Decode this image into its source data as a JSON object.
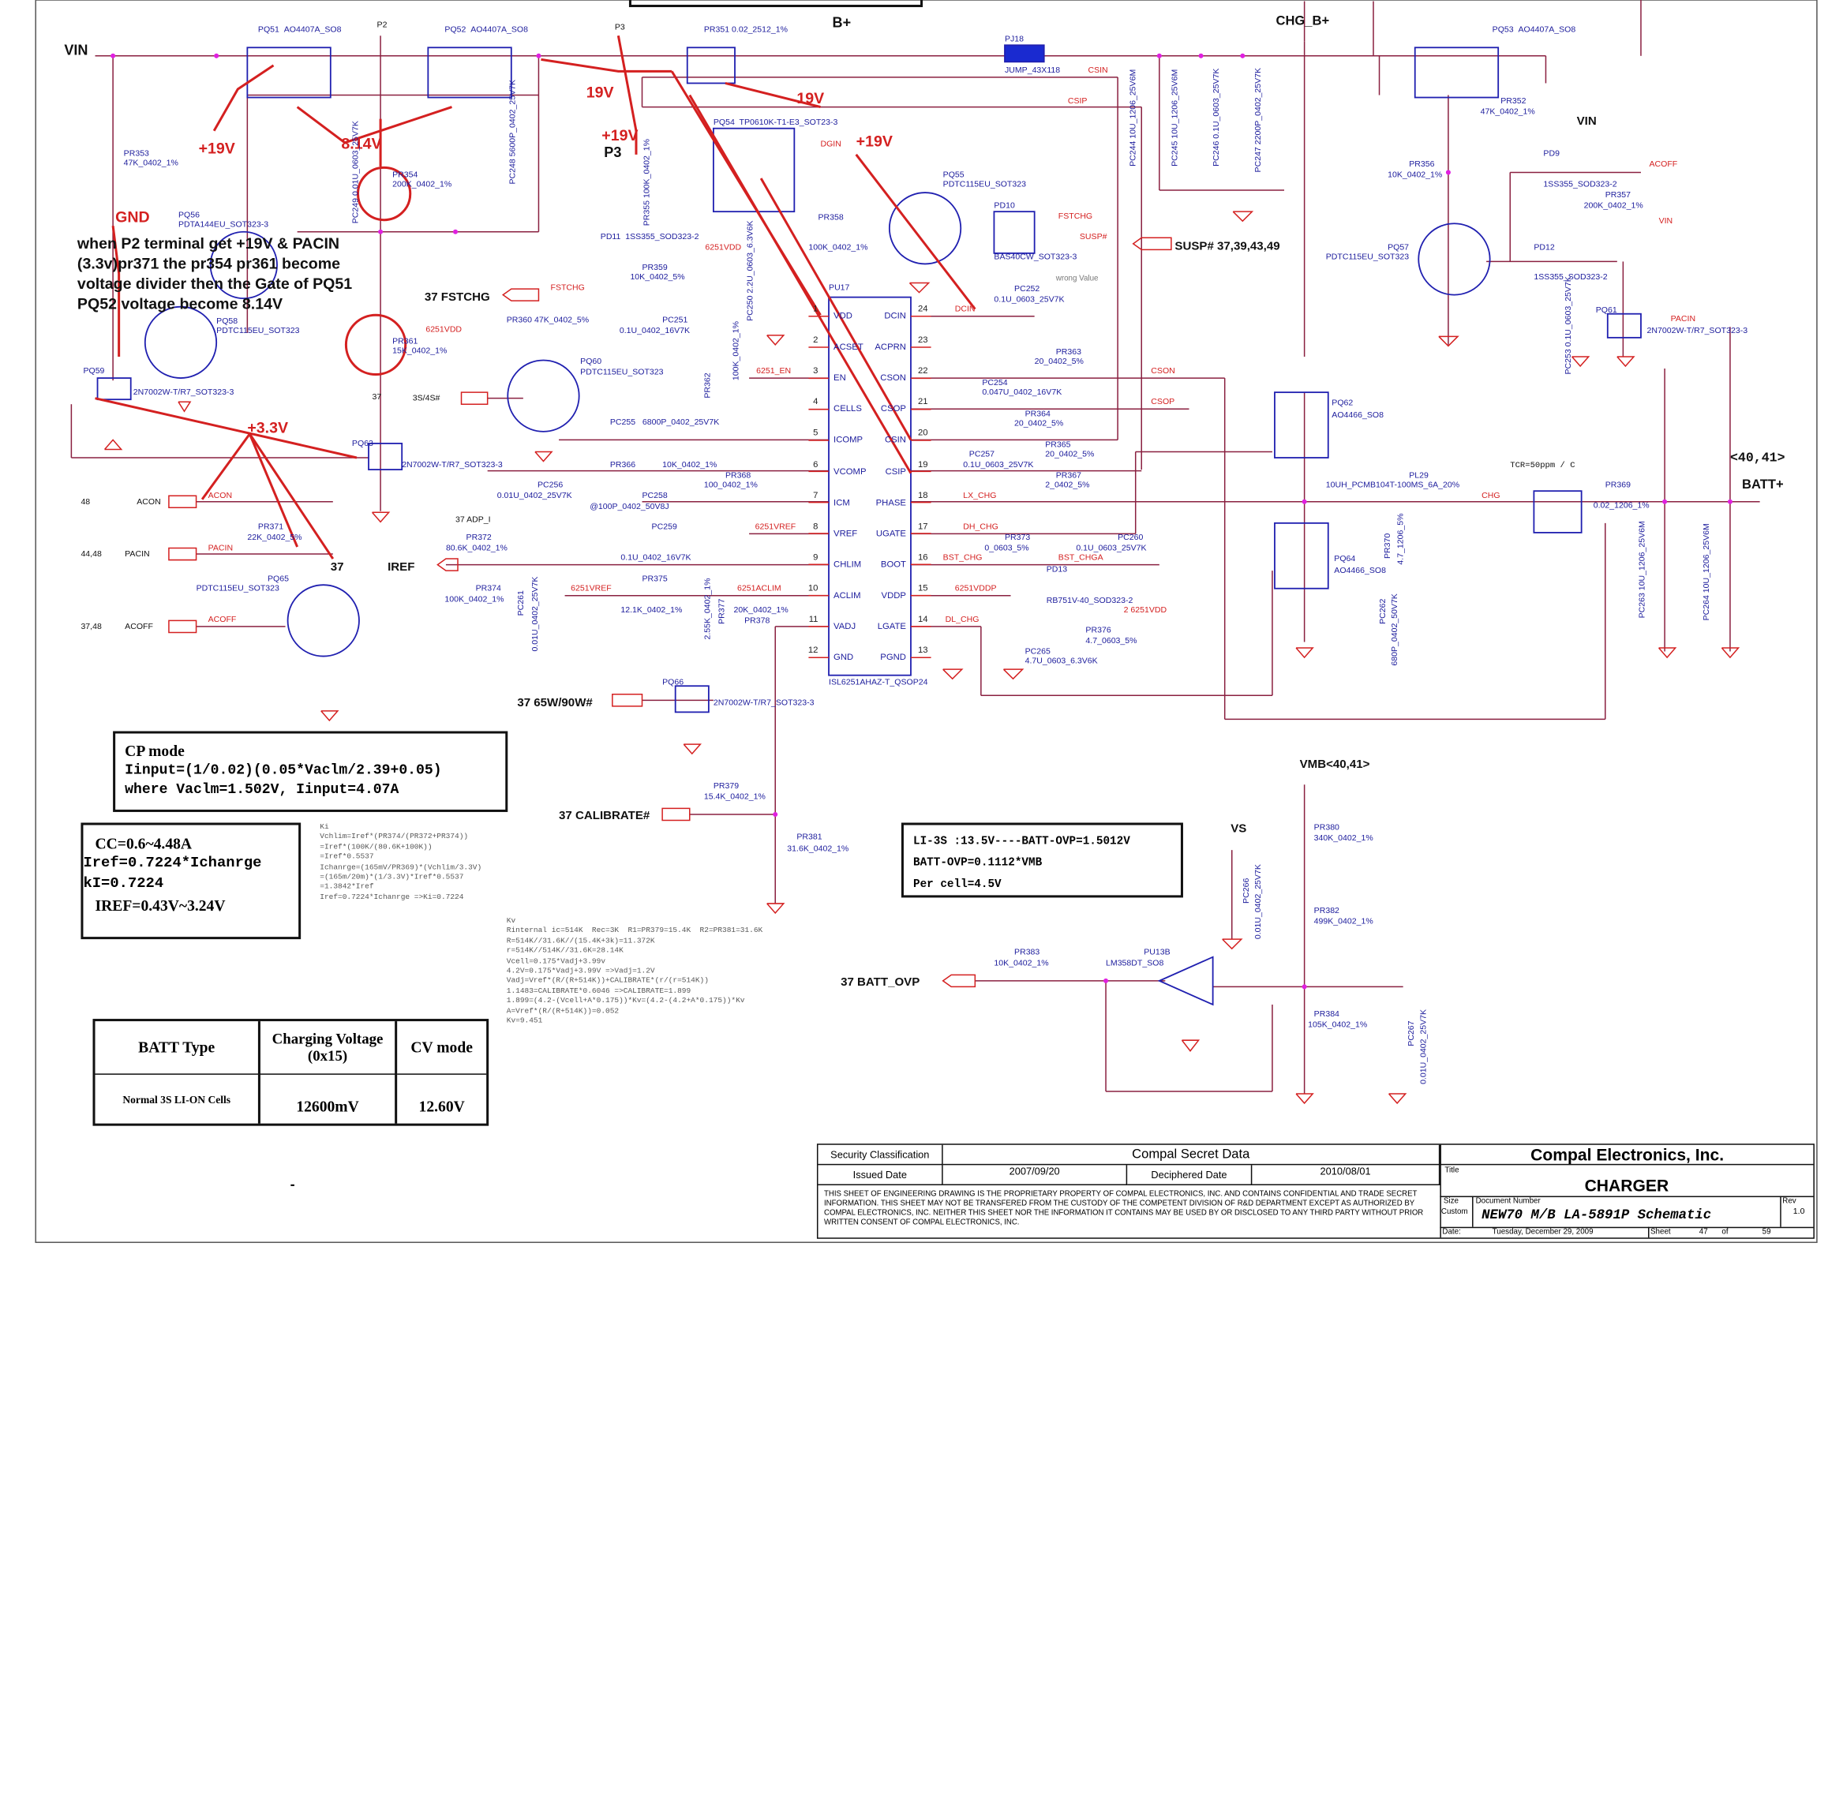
{
  "annotations": {
    "explain": [
      "when P2 terminal get +19V & PACIN",
      "(3.3v)pr371  the pr354 pr361 become",
      "voltage divider then the Gate of PQ51",
      "PQ52 voltage become 8.14V"
    ],
    "plus19_a": "+19V",
    "v814": "8.14V",
    "gnd": "GND",
    "v19_a": "19V",
    "v19_b": "19V",
    "plus19_p3": "+19V",
    "p3": "P3",
    "plus19_b": "+19V",
    "plus33": "+3.3V",
    "wrong_value": "wrong Value"
  },
  "nets": {
    "vin": "VIN",
    "p2": "P2",
    "p3": "P3",
    "bplus": "B+",
    "chg_bplus": "CHG_B+",
    "vin2": "VIN",
    "vin3": "VIN",
    "csin": "CSIN",
    "csip": "CSIP",
    "dgin": "DGIN",
    "fstchg_r": "FSTCHG",
    "susp_r": "SUSP#",
    "susp_port": "SUSP#  37,39,43,49",
    "vdd6251": "6251VDD",
    "acoff_r": "ACOFF",
    "pacin_r": "PACIN",
    "fstchg_port": "37   FSTCHG",
    "fstchg_r2": "FSTCHG",
    "vdd6251b": "6251VDD",
    "dcin": "DCIN",
    "s34": "3S/4S#",
    "en6251": "6251_EN",
    "cson": "CSON",
    "csop": "CSOP",
    "lx": "LX_CHG",
    "chg": "CHG",
    "bus": "<40,41>",
    "battp": "BATT+",
    "tcr": "TCR=50ppm / C",
    "acon_num": "48",
    "acon": "ACON",
    "acon_r": "ACON",
    "adp": "37      ADP_I",
    "vref6251": "6251VREF",
    "dh": "DH_CHG",
    "pacin_num": "44,48",
    "pacin": "PACIN",
    "pacin_r2": "PACIN",
    "iref": "IREF",
    "iref37": "37",
    "bst": "BST_CHG",
    "bsta": "BST_CHGA",
    "vref6251b": "6251VREF",
    "aclim6251": "6251ACLIM",
    "vddp6251": "6251VDDP",
    "vdd6251c": "2 6251VDD",
    "dl": "DL_CHG",
    "acoff_num": "37,48",
    "acoff": "ACOFF",
    "acoff_r2": "ACOFF",
    "w6590": "37  65W/90W#",
    "calib": "37  CALIBRATE#",
    "vmb": "VMB<40,41>",
    "vs": "VS",
    "batt_ovp": "37  BATT_OVP",
    "n37a": "37",
    "dash": "-"
  },
  "c": {
    "PQ51": [
      "PQ51",
      "AO4407A_SO8"
    ],
    "PQ52": [
      "PQ52",
      "AO4407A_SO8"
    ],
    "PR351": [
      "PR351",
      "0.02_2512_1%"
    ],
    "PJ18": [
      "PJ18",
      "JUMP_43X118"
    ],
    "PQ53": [
      "PQ53",
      "AO4407A_SO8"
    ],
    "PR353": [
      "PR353",
      "47K_0402_1%"
    ],
    "PR354": [
      "PR354",
      "200K_0402_1%"
    ],
    "PC249": [
      "PC249",
      "0.01U_0603_25V7K"
    ],
    "PC248": [
      "PC248",
      "5600P_0402_25V7K"
    ],
    "PR355": [
      "PR355",
      "100K_0402_1%"
    ],
    "PQ54": [
      "PQ54",
      "TP0610K-T1-E3_SOT23-3"
    ],
    "PQ55": [
      "PQ55",
      "PDTC115EU_SOT323"
    ],
    "PR358": [
      "PR358",
      "100K_0402_1%"
    ],
    "PD10": [
      "PD10",
      "BAS40CW_SOT323-3"
    ],
    "PC244": [
      "PC244",
      "10U_1206_25V6M"
    ],
    "PC245": [
      "PC245",
      "10U_1206_25V6M"
    ],
    "PC246": [
      "PC246",
      "0.1U_0603_25V7K"
    ],
    "PC247": [
      "PC247",
      "2200P_0402_25V7K"
    ],
    "PD11": [
      "PD11",
      "1SS355_SOD323-2"
    ],
    "PR359": [
      "PR359",
      "10K_0402_5%"
    ],
    "PC250": [
      "PC250",
      "2.2U_0603_6.3V6K"
    ],
    "PR352": [
      "PR352",
      "47K_0402_1%"
    ],
    "PD9": [
      "PD9",
      "1SS355_SOD323-2"
    ],
    "PR357": [
      "PR357",
      "200K_0402_1%"
    ],
    "PR356": [
      "PR356",
      "10K_0402_1%"
    ],
    "PQ57": [
      "PQ57",
      "PDTC115EU_SOT323"
    ],
    "PD12": [
      "PD12",
      "1SS355_SOD323-2"
    ],
    "PC253": [
      "PC253",
      "0.1U_0603_25V7K"
    ],
    "PQ61": [
      "PQ61",
      "2N7002W-T/R7_SOT323-3"
    ],
    "PR360": [
      "PR360",
      "47K_0402_5%"
    ],
    "PC251": [
      "PC251",
      "0.1U_0402_16V7K"
    ],
    "PR361": [
      "PR361",
      "15K_0402_1%"
    ],
    "PQ58": [
      "PQ58",
      "PDTC115EU_SOT323"
    ],
    "PQ56": [
      "PQ56",
      "PDTA144EU_SOT323-3"
    ],
    "PR362": [
      "PR362",
      "100K_0402_1%"
    ],
    "PC252": [
      "PC252",
      "0.1U_0603_25V7K"
    ],
    "PQ59": [
      "PQ59",
      "2N7002W-T/R7_SOT323-3"
    ],
    "PQ60": [
      "PQ60",
      "PDTC115EU_SOT323"
    ],
    "PR363": [
      "PR363",
      "20_0402_5%"
    ],
    "PC254": [
      "PC254",
      "0.047U_0402_16V7K"
    ],
    "PR364": [
      "PR364",
      "20_0402_5%"
    ],
    "PQ62": [
      "PQ62",
      "AO4466_SO8"
    ],
    "PC255": [
      "PC255",
      "6800P_0402_25V7K"
    ],
    "PQ63": [
      "PQ63",
      "2N7002W-T/R7_SOT323-3"
    ],
    "PR366": [
      "PR366",
      "10K_0402_1%"
    ],
    "PC257": [
      "PC257",
      "0.1U_0603_25V7K"
    ],
    "PR365": [
      "PR365",
      "20_0402_5%"
    ],
    "PR367": [
      "PR367",
      "2_0402_5%"
    ],
    "PL29": [
      "PL29",
      "10UH_PCMB104T-100MS_6A_20%"
    ],
    "PR369": [
      "PR369",
      "0.02_1206_1%"
    ],
    "PC256": [
      "PC256",
      "0.01U_0402_25V7K"
    ],
    "PC258": [
      "PC258",
      "@100P_0402_50V8J"
    ],
    "PR368": [
      "PR368",
      "100_0402_1%"
    ],
    "PC259": [
      "PC259",
      "0.1U_0402_16V7K"
    ],
    "PR371": [
      "PR371",
      "22K_0402_5%"
    ],
    "PR373": [
      "PR373",
      "0_0603_5%"
    ],
    "PC260": [
      "PC260",
      "0.1U_0603_25V7K"
    ],
    "PR370": [
      "PR370",
      "4.7_1206_5%"
    ],
    "PR372": [
      "PR372",
      "80.6K_0402_1%"
    ],
    "PD13": [
      "PD13",
      "RB751V-40_SOD323-2"
    ],
    "PQ64": [
      "PQ64",
      "AO4466_SO8"
    ],
    "PC262": [
      "PC262",
      "680P_0402_50V7K"
    ],
    "PR374": [
      "PR374",
      "100K_0402_1%"
    ],
    "PC261": [
      "PC261",
      "0.01U_0402_25V7K"
    ],
    "PR375": [
      "PR375",
      "12.1K_0402_1%"
    ],
    "PQ65": [
      "PQ65",
      "PDTC115EU_SOT323"
    ],
    "PR376": [
      "PR376",
      "4.7_0603_5%"
    ],
    "PR377": [
      "PR377",
      "2.55K_0402_1%"
    ],
    "PR378": [
      "PR378",
      "20K_0402_1%"
    ],
    "PC265": [
      "PC265",
      "4.7U_0603_6.3V6K"
    ],
    "PQ66": [
      "PQ66",
      "2N7002W-T/R7_SOT323-3"
    ],
    "PR379": [
      "PR379",
      "15.4K_0402_1%"
    ],
    "PR381": [
      "PR381",
      "31.6K_0402_1%"
    ],
    "PR380": [
      "PR380",
      "340K_0402_1%"
    ],
    "PR382": [
      "PR382",
      "499K_0402_1%"
    ],
    "PR383": [
      "PR383",
      "10K_0402_1%"
    ],
    "PU13B": [
      "PU13B",
      "LM358DT_SO8"
    ],
    "PR384": [
      "PR384",
      "105K_0402_1%"
    ],
    "PC266": [
      "PC266",
      "0.01U_0402_25V7K"
    ],
    "PC267": [
      "PC267",
      "0.01U_0402_25V7K"
    ],
    "PC263": [
      "PC263",
      "10U_1206_25V6M"
    ],
    "PC264": [
      "PC264",
      "10U_1206_25V6M"
    ]
  },
  "ic": {
    "ref": "PU17",
    "part": "ISL6251AHAZ-T_QSOP24",
    "left": [
      [
        "1",
        "VDD"
      ],
      [
        "2",
        "ACSET"
      ],
      [
        "3",
        "EN"
      ],
      [
        "4",
        "CELLS"
      ],
      [
        "5",
        "ICOMP"
      ],
      [
        "6",
        "VCOMP"
      ],
      [
        "7",
        "ICM"
      ],
      [
        "8",
        "VREF"
      ],
      [
        "9",
        "CHLIM"
      ],
      [
        "10",
        "ACLIM"
      ],
      [
        "11",
        "VADJ"
      ],
      [
        "12",
        "GND"
      ]
    ],
    "right": [
      [
        "24",
        "DCIN"
      ],
      [
        "23",
        "ACPRN"
      ],
      [
        "22",
        "CSON"
      ],
      [
        "21",
        "CSOP"
      ],
      [
        "20",
        "CSIN"
      ],
      [
        "19",
        "CSIP"
      ],
      [
        "18",
        "PHASE"
      ],
      [
        "17",
        "UGATE"
      ],
      [
        "16",
        "BOOT"
      ],
      [
        "15",
        "VDDP"
      ],
      [
        "14",
        "LGATE"
      ],
      [
        "13",
        "PGND"
      ]
    ]
  },
  "cp_box": [
    "CP mode",
    "Iinput=(1/0.02)(0.05*Vaclm/2.39+0.05)",
    "where Vaclm=1.502V, Iinput=4.07A"
  ],
  "cc_box": [
    "CC=0.6~4.48A",
    "Iref=0.7224*Ichanrge",
    "kI=0.7224",
    "IREF=0.43V~3.24V"
  ],
  "ovp_box": [
    "LI-3S :13.5V----BATT-OVP=1.5012V",
    "BATT-OVP=0.1112*VMB",
    "Per cell=4.5V"
  ],
  "ki_calc": "Ki\nVchlim=Iref*(PR374/(PR372+PR374))\n=Iref*(100K/(80.6K+100K))\n=Iref*0.5537\nIchanrge=(165mV/PR369)*(Vchlim/3.3V)\n=(165m/20m)*(1/3.3V)*Iref*0.5537\n=1.3842*Iref\nIref=0.7224*Ichanrge =>Ki=0.7224",
  "kv_calc": "Kv\nRinternal ic=514K  Rec=3K  R1=PR379=15.4K  R2=PR381=31.6K\nR=514K//31.6K//(15.4K+3k)=11.372K\nr=514K//514K//31.6K=28.14K\nVcell=0.175*Vadj+3.99v\n4.2V=0.175*Vadj+3.99V =>Vadj=1.2V\nVadj=Vref*(R/(R+514K))+CALIBRATE*(r/(r=514K))\n1.1483=CALIBRATE*0.6046 =>CALIBRATE=1.899\n1.899=(4.2-(Vcell+A*0.175))*Kv=(4.2-(4.2+A*0.175))*Kv\nA=Vref*(R/(R+514K))=0.052\nKv=9.451",
  "batt_table": {
    "headers": [
      "BATT Type",
      "Charging Voltage (0x15)",
      "CV mode"
    ],
    "row": [
      "Normal 3S LI-ON Cells",
      "12600mV",
      "12.60V"
    ]
  },
  "title_block": {
    "security_label": "Security Classification",
    "security_value": "Compal Secret Data",
    "issued_label": "Issued Date",
    "issued_value": "2007/09/20",
    "deciphered_label": "Deciphered Date",
    "deciphered_value": "2010/08/01",
    "disclaimer": "THIS SHEET OF ENGINEERING DRAWING IS THE PROPRIETARY PROPERTY OF COMPAL ELECTRONICS, INC. AND CONTAINS CONFIDENTIAL AND TRADE SECRET INFORMATION. THIS SHEET MAY NOT BE TRANSFERED FROM THE CUSTODY OF THE COMPETENT DIVISION OF R&D DEPARTMENT EXCEPT AS AUTHORIZED BY COMPAL ELECTRONICS, INC. NEITHER THIS SHEET NOR THE INFORMATION IT CONTAINS MAY BE USED BY OR DISCLOSED TO ANY THIRD PARTY WITHOUT PRIOR WRITTEN CONSENT OF COMPAL ELECTRONICS, INC.",
    "company": "Compal Electronics, Inc.",
    "title_label": "Title",
    "title": "CHARGER",
    "size_label": "Size",
    "size_value": "Custom",
    "docnum_label": "Document Number",
    "docnum": "NEW70 M/B LA-5891P Schematic",
    "rev_label": "Rev",
    "rev": "1.0",
    "date_label": "Date:",
    "date": "Tuesday, December 29, 2009",
    "sheet_label": "Sheet",
    "sheet": "47",
    "of_label": "of",
    "total": "59"
  }
}
